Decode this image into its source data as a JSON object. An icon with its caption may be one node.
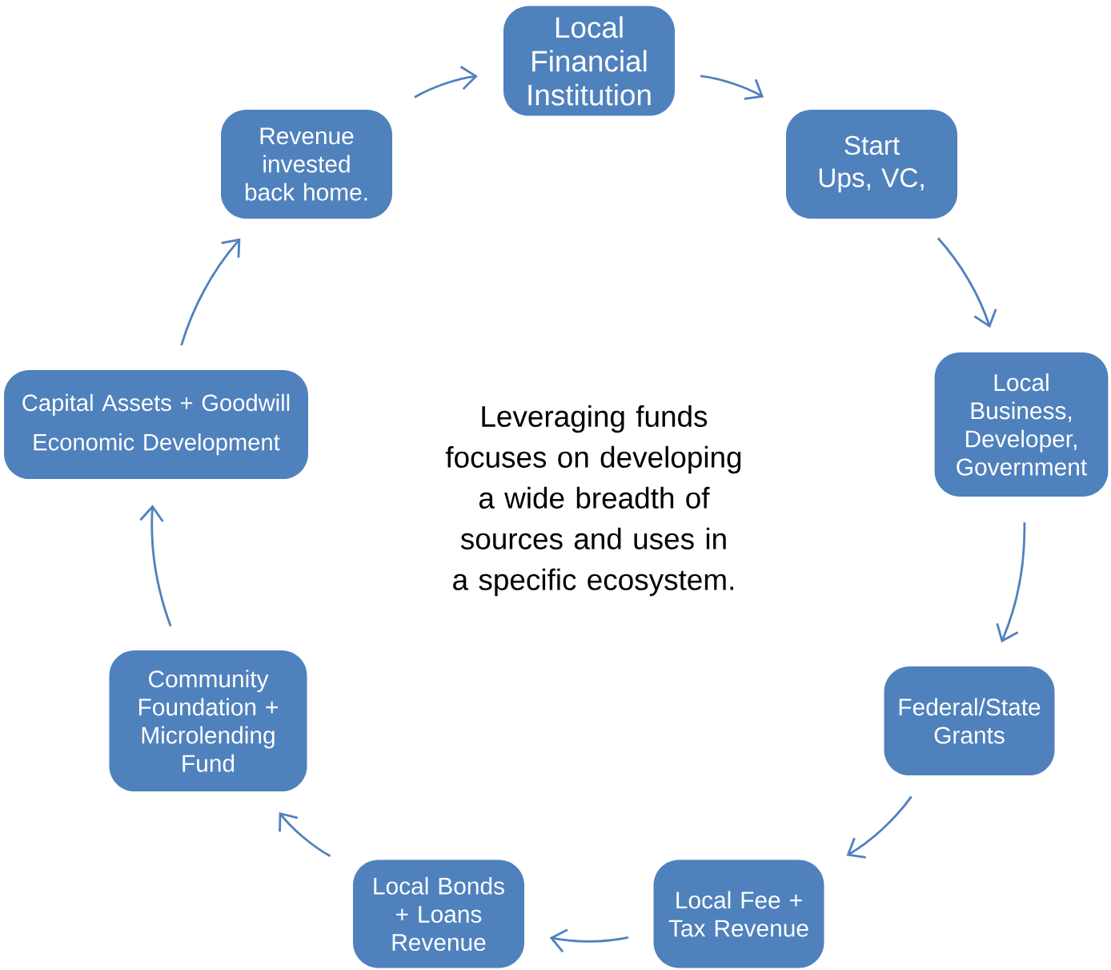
{
  "diagram": {
    "nodes": [
      {
        "text": [
          "Local Financial Institution"
        ]
      },
      {
        "text": [
          "Start Ups, VC,"
        ]
      },
      {
        "text": [
          "Local Business, Developer, Government"
        ]
      },
      {
        "text": [
          "Federal/State Grants"
        ]
      },
      {
        "text": [
          "Local Fee + Tax Revenue"
        ]
      },
      {
        "text": [
          "Local Bonds + Loans Revenue"
        ]
      },
      {
        "text": [
          "Community Foundation + Microlending Fund"
        ]
      },
      {
        "text": [
          "Capital Assets + Goodwill",
          "Economic Development"
        ]
      },
      {
        "text": [
          "Revenue invested back home."
        ]
      }
    ],
    "edges": [
      {
        "from": 8,
        "to": 0,
        "arrow": "to"
      },
      {
        "from": 0,
        "to": 1,
        "arrow": "to"
      },
      {
        "from": 1,
        "to": 2,
        "arrow": "to"
      },
      {
        "from": 2,
        "to": 3,
        "arrow": "to"
      },
      {
        "from": 3,
        "to": 4,
        "arrow": "to"
      },
      {
        "from": 4,
        "to": 5,
        "arrow": "to"
      },
      {
        "from": 5,
        "to": 6,
        "arrow": "to"
      },
      {
        "from": 6,
        "to": 7,
        "arrow": "to"
      },
      {
        "from": 7,
        "to": 8,
        "arrow": "to"
      }
    ],
    "labels": [
      "Leveraging funds focuses on developing a wide breadth of sources and uses in a specific ecosystem."
    ]
  }
}
